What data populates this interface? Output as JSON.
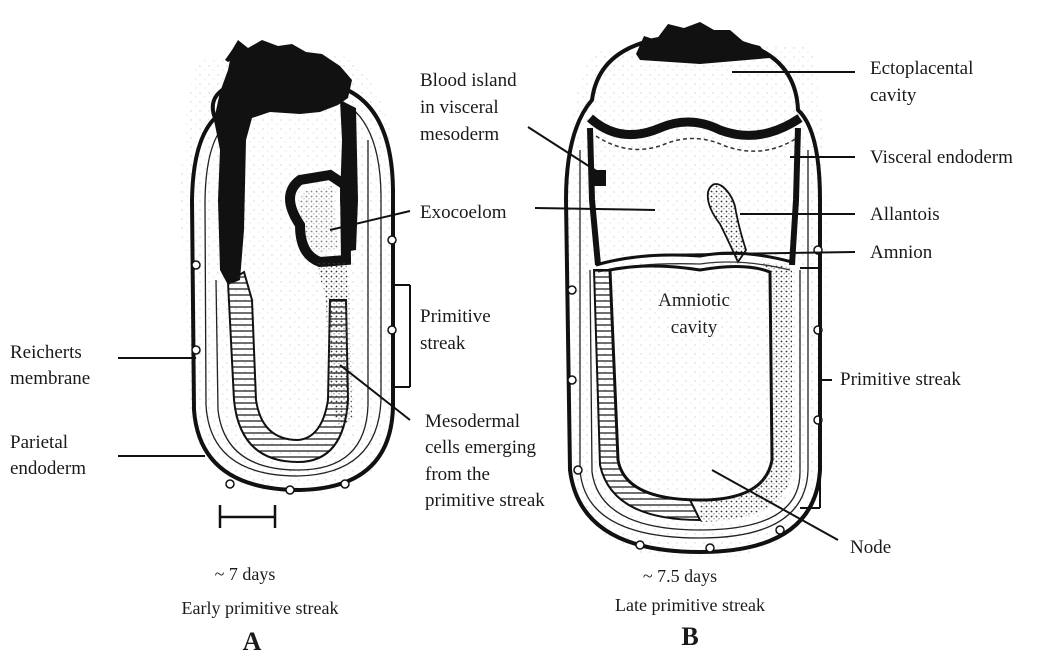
{
  "panel_a": {
    "letter": "A",
    "age": "~ 7 days",
    "stage": "Early primitive streak",
    "labels": {
      "reicherts_line1": "Reicherts",
      "reicherts_line2": "membrane",
      "parietal_line1": "Parietal",
      "parietal_line2": "endoderm",
      "exocoelom": "Exocoelom",
      "primitive_streak_line1": "Primitive",
      "primitive_streak_line2": "streak",
      "mesodermal_line1": "Mesodermal",
      "mesodermal_line2": "cells emerging",
      "mesodermal_line3": "from the",
      "mesodermal_line4": "primitive streak"
    }
  },
  "panel_b": {
    "letter": "B",
    "age": "~ 7.5 days",
    "stage": "Late primitive streak",
    "labels": {
      "blood_line1": "Blood island",
      "blood_line2": "in visceral",
      "blood_line3": "mesoderm",
      "ecto_line1": "Ectoplacental",
      "ecto_line2": "cavity",
      "visceral_endoderm": "Visceral endoderm",
      "allantois": "Allantois",
      "amnion": "Amnion",
      "amniotic_line1": "Amniotic",
      "amniotic_line2": "cavity",
      "primitive_streak": "Primitive streak",
      "node": "Node"
    }
  },
  "colors": {
    "ink": "#1a1a1a",
    "stipple": "#d8d8d8",
    "hatch": "#555555"
  }
}
